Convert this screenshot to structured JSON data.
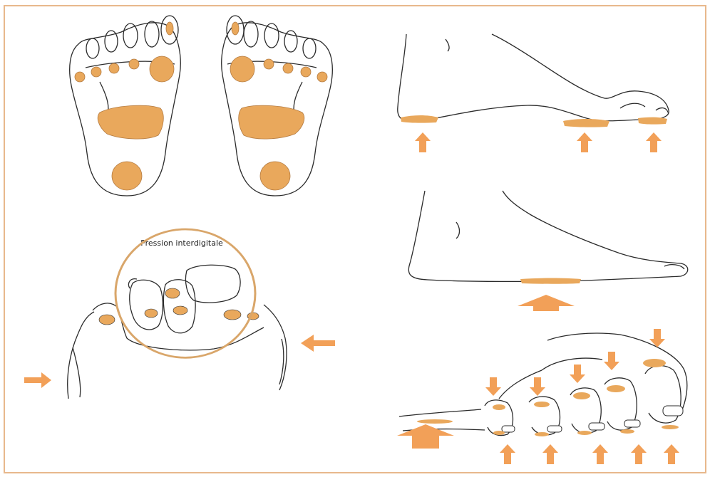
{
  "labels": {
    "interdigital_pressure": "Pression interdigitale"
  },
  "colors": {
    "pressure_fill": "#E9A85C",
    "arrow": "#F2A058",
    "circle": "#D9A66A",
    "frame": "#E8B88C",
    "line": "#2b2b2b"
  },
  "icons": {
    "up_arrow": "arrow-up",
    "down_arrow": "arrow-down",
    "right_arrow": "arrow-right",
    "left_arrow": "arrow-left"
  }
}
